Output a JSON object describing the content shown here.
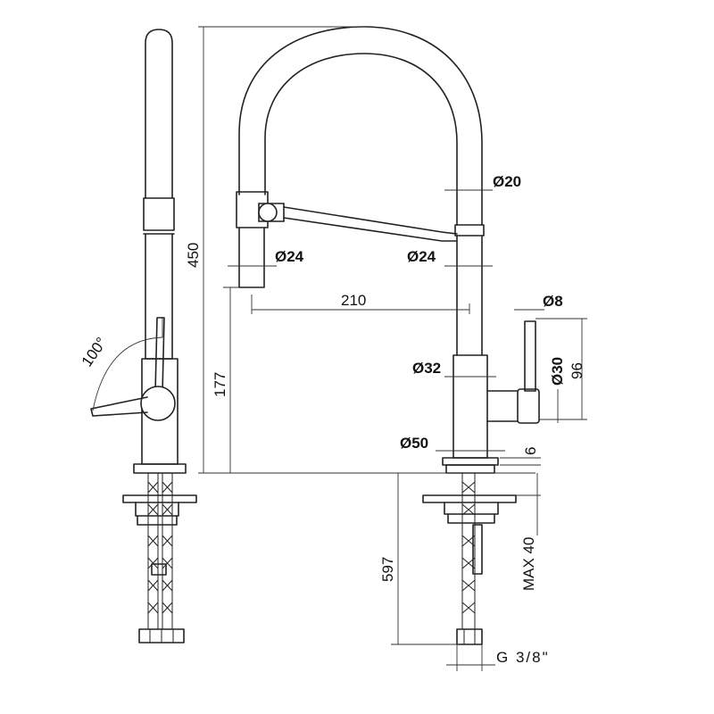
{
  "labels": {
    "height_total": "450",
    "height_spout": "177",
    "height_below": "597",
    "reach": "210",
    "angle": "100°",
    "dia_hose": "Ø20",
    "dia_head": "Ø24",
    "dia_spout": "Ø24",
    "dia_lever": "Ø8",
    "dia_handle": "Ø30",
    "dia_body": "Ø32",
    "dia_base": "Ø50",
    "handle_height": "96",
    "base_thickness": "6",
    "max_deck": "MAX 40",
    "thread": "G 3/8\""
  },
  "colors": {
    "stroke": "#222222",
    "background": "#ffffff"
  }
}
